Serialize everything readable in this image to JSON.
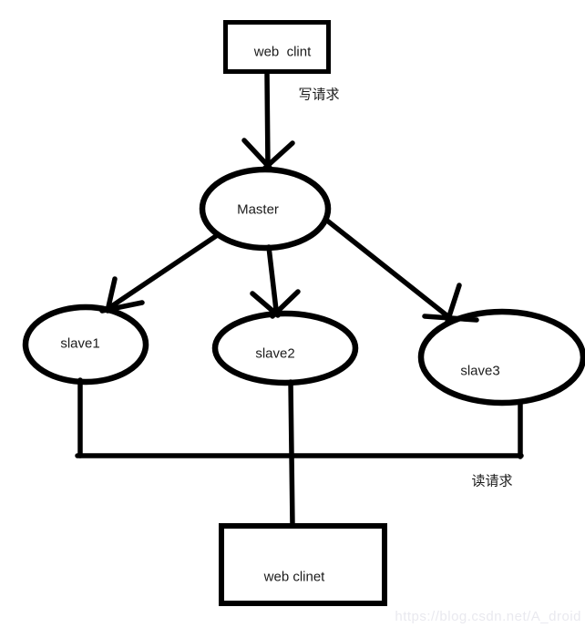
{
  "nodes": {
    "top_box": {
      "label": "web  clint"
    },
    "master": {
      "label": "Master"
    },
    "slave1": {
      "label": "slave1"
    },
    "slave2": {
      "label": "slave2"
    },
    "slave3": {
      "label": "slave3"
    },
    "bottom_box": {
      "label": "web clinet"
    }
  },
  "edge_labels": {
    "write_request": "写请求",
    "read_request": "读请求"
  },
  "watermark": "https://blog.csdn.net/A_droid",
  "colors": {
    "background": "#ffffff",
    "stroke": "#000000",
    "text": "#1b1b1b",
    "watermark": "#e9e9ef"
  }
}
